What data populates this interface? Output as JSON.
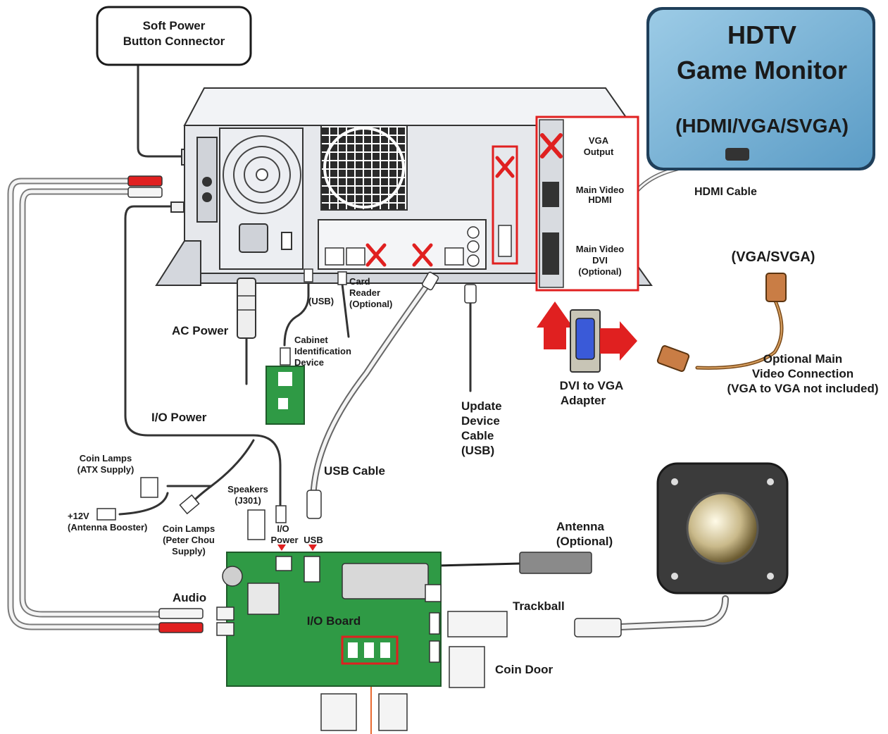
{
  "callouts": {
    "soft_power": [
      "Soft Power",
      "Button Connector"
    ]
  },
  "monitor": {
    "title_line1": "HDTV",
    "title_line2": "Game Monitor",
    "subtitle": "(HDMI/VGA/SVGA)"
  },
  "ports": {
    "vga_output": [
      "VGA",
      "Output"
    ],
    "main_video_hdmi": [
      "Main Video",
      "HDMI"
    ],
    "main_video_dvi": [
      "Main Video",
      "DVI",
      "(Optional)"
    ]
  },
  "labels": {
    "hdmi_cable": "HDMI Cable",
    "vga_svga": "(VGA/SVGA)",
    "ac_power": "AC Power",
    "usb_small": "(USB)",
    "card_reader": [
      "Card",
      "Reader",
      "(Optional)"
    ],
    "cabinet_id": [
      "Cabinet",
      "Identification",
      "Device"
    ],
    "dvi_adapter": [
      "DVI to VGA",
      "Adapter"
    ],
    "optional_main": [
      "Optional Main",
      "Video Connection",
      "(VGA to VGA not included)"
    ],
    "update_device": [
      "Update",
      "Device",
      "Cable",
      "(USB)"
    ],
    "io_power_cable": "I/O Power",
    "coin_lamps_atx": [
      "Coin Lamps",
      "(ATX Supply)"
    ],
    "usb_cable": "USB Cable",
    "speakers": [
      "Speakers",
      "(J301)"
    ],
    "plus12v": [
      "+12V",
      "(Antenna Booster)"
    ],
    "coin_lamps_peter": [
      "Coin Lamps",
      "(Peter Chou",
      "Supply)"
    ],
    "io_power_header": [
      "I/O",
      "Power"
    ],
    "usb_header": "USB",
    "antenna": [
      "Antenna",
      "(Optional)"
    ],
    "audio": "Audio",
    "io_board": "I/O Board",
    "trackball": "Trackball",
    "coin_door": "Coin Door"
  },
  "colors": {
    "highlight_red": "#e02020",
    "monitor_blue": "#6aaad0",
    "board_green": "#2f9a45",
    "chassis_gray": "#e6e8ec"
  }
}
